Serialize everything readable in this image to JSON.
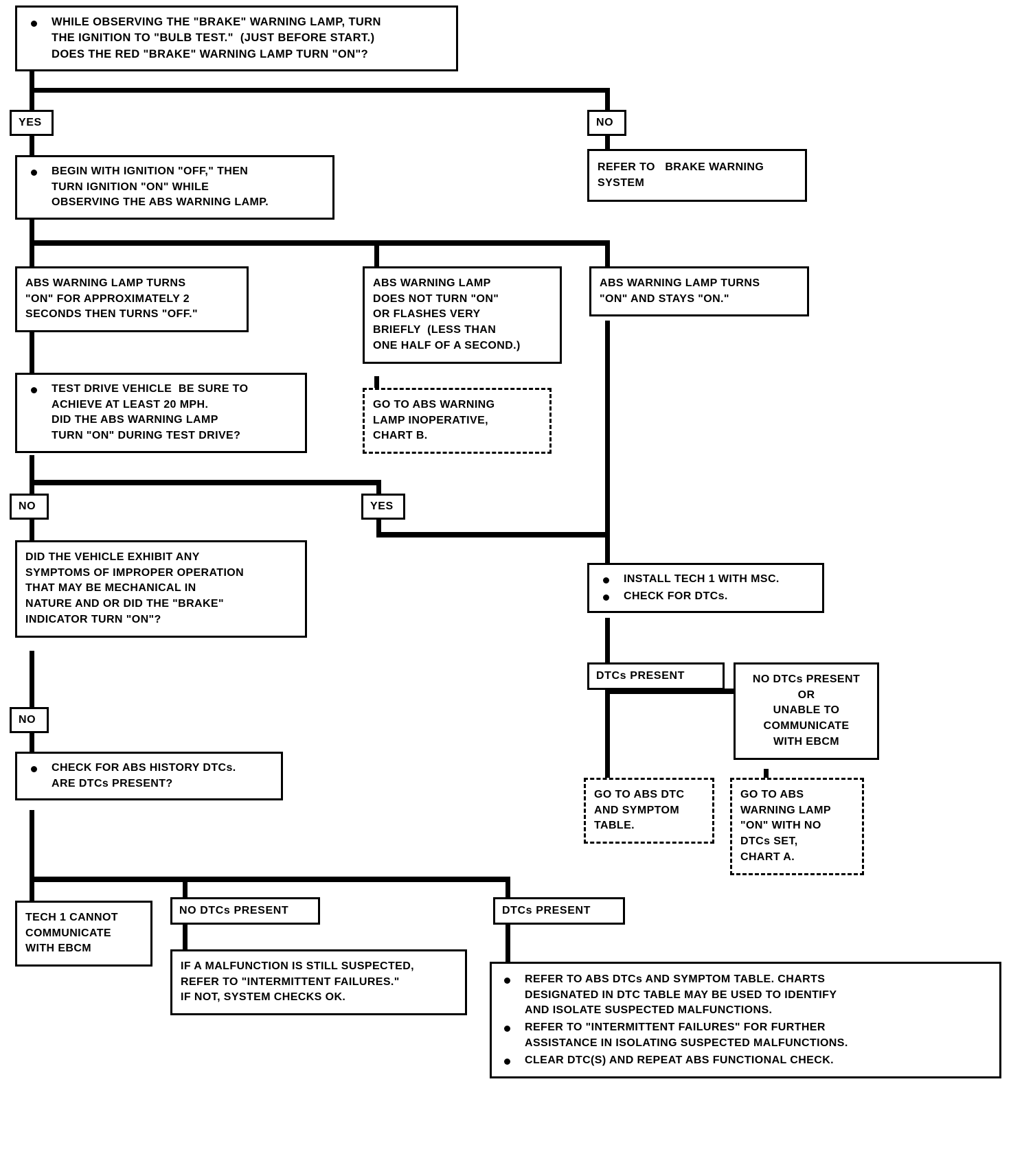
{
  "document": {
    "title": "ABS Functional Check Diagnostic Flow Chart",
    "ink_color": "#000000",
    "background_color": "#ffffff"
  },
  "nodes": {
    "start_brake_lamp": {
      "type": "process-bulleted",
      "bullets": [
        [
          "WHILE OBSERVING THE \"BRAKE\" WARNING LAMP, TURN",
          "THE IGNITION TO \"BULB TEST.\"  (JUST BEFORE START.)",
          "DOES THE RED \"BRAKE\" WARNING LAMP TURN \"ON\"?"
        ]
      ]
    },
    "yes_1": {
      "type": "tag",
      "label": "YES"
    },
    "no_1": {
      "type": "tag",
      "label": "NO"
    },
    "refer_brake_warning_system": {
      "type": "terminal",
      "lines": [
        "REFER TO   BRAKE WARNING",
        "SYSTEM"
      ]
    },
    "begin_ignition_off": {
      "type": "process-bulleted",
      "bullets": [
        [
          "BEGIN WITH IGNITION \"OFF,\" THEN",
          "TURN IGNITION \"ON\" WHILE",
          "OBSERVING THE ABS WARNING LAMP."
        ]
      ]
    },
    "lamp_on_2_seconds": {
      "type": "condition",
      "lines": [
        "ABS WARNING LAMP TURNS",
        "\"ON\" FOR APPROXIMATELY 2",
        "SECONDS THEN TURNS \"OFF.\""
      ]
    },
    "lamp_does_not_turn_on": {
      "type": "condition",
      "lines": [
        "ABS WARNING LAMP",
        "DOES NOT TURN \"ON\"",
        "OR FLASHES VERY",
        "BRIEFLY  (LESS THAN",
        "ONE HALF OF A SECOND.)"
      ]
    },
    "lamp_on_and_stays_on": {
      "type": "condition",
      "lines": [
        "ABS WARNING LAMP TURNS",
        "\"ON\" AND STAYS \"ON.\""
      ]
    },
    "goto_chart_b": {
      "type": "reference-dashed",
      "lines": [
        "GO TO ABS WARNING",
        "LAMP INOPERATIVE,",
        "CHART B."
      ]
    },
    "test_drive_vehicle": {
      "type": "process-bulleted",
      "bullets": [
        [
          "TEST DRIVE VEHICLE  BE SURE TO",
          "ACHIEVE AT LEAST 20 MPH.",
          "DID THE ABS WARNING LAMP",
          "TURN \"ON\" DURING TEST DRIVE?"
        ]
      ]
    },
    "no_2": {
      "type": "tag",
      "label": "NO"
    },
    "yes_2": {
      "type": "tag",
      "label": "YES"
    },
    "vehicle_symptoms": {
      "type": "condition",
      "lines": [
        "DID THE VEHICLE EXHIBIT ANY",
        "SYMPTOMS OF IMPROPER OPERATION",
        "THAT MAY BE MECHANICAL IN",
        "NATURE AND OR DID THE \"BRAKE\"",
        "INDICATOR TURN \"ON\"?"
      ]
    },
    "no_3": {
      "type": "tag",
      "label": "NO"
    },
    "check_history_dtcs": {
      "type": "process-bulleted",
      "bullets": [
        [
          "CHECK FOR ABS HISTORY DTCs.",
          "ARE DTCs PRESENT?"
        ]
      ]
    },
    "install_tech1": {
      "type": "process-bulleted",
      "bullets": [
        [
          "INSTALL TECH 1 WITH MSC."
        ],
        [
          "CHECK FOR DTCs."
        ]
      ]
    },
    "dtcs_present_right": {
      "type": "tag",
      "label": "DTCs PRESENT"
    },
    "no_dtcs_or_unable": {
      "type": "condition",
      "lines": [
        "NO DTCs PRESENT",
        "OR",
        "UNABLE TO",
        "COMMUNICATE",
        "WITH EBCM"
      ]
    },
    "goto_abs_dtc_symptom_table": {
      "type": "reference-dashed",
      "lines": [
        "GO TO ABS DTC",
        "AND SYMPTOM",
        "TABLE."
      ]
    },
    "goto_chart_a": {
      "type": "reference-dashed",
      "lines": [
        "GO TO ABS",
        "WARNING LAMP",
        "\"ON\" WITH NO",
        "DTCs SET,",
        "CHART A."
      ]
    },
    "tech1_cannot_communicate": {
      "type": "condition",
      "lines": [
        "TECH 1 CANNOT",
        "COMMUNICATE",
        "WITH EBCM"
      ]
    },
    "no_dtcs_present_bottom": {
      "type": "tag",
      "label": "NO DTCs PRESENT"
    },
    "dtcs_present_bottom": {
      "type": "tag",
      "label": "DTCs PRESENT"
    },
    "intermittent_failures": {
      "type": "terminal",
      "lines": [
        "IF A MALFUNCTION IS STILL SUSPECTED,",
        "REFER TO \"INTERMITTENT FAILURES.\"",
        "IF NOT, SYSTEM CHECKS OK."
      ]
    },
    "final_actions": {
      "type": "process-bulleted",
      "bullets": [
        [
          "REFER TO ABS DTCs AND SYMPTOM TABLE. CHARTS",
          "DESIGNATED IN DTC TABLE MAY BE USED TO IDENTIFY",
          "AND ISOLATE SUSPECTED MALFUNCTIONS."
        ],
        [
          "REFER TO \"INTERMITTENT FAILURES\" FOR FURTHER",
          "ASSISTANCE IN ISOLATING SUSPECTED MALFUNCTIONS."
        ],
        [
          "CLEAR DTC(S) AND REPEAT ABS FUNCTIONAL CHECK."
        ]
      ]
    }
  }
}
